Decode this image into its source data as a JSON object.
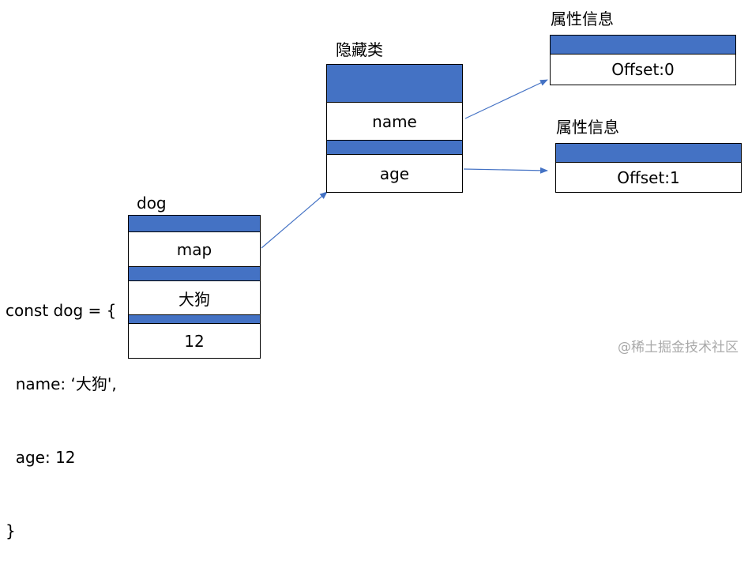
{
  "dog_object": {
    "title": "dog",
    "cells": [
      "map",
      "大狗",
      "12"
    ]
  },
  "hidden_class": {
    "title": "隐藏类",
    "cells": [
      "name",
      "age"
    ]
  },
  "property_info_top": {
    "title": "属性信息",
    "cell": "Offset:0"
  },
  "property_info_bottom": {
    "title": "属性信息",
    "cell": "Offset:1"
  },
  "code": {
    "lines": [
      "const dog = {",
      "  name: ‘大狗',",
      "  age: 12",
      "}"
    ]
  },
  "watermark": "@稀土掘金技术社区",
  "colors": {
    "header_bar": "#4472c4",
    "arrow": "#4472c4",
    "border": "#000000"
  }
}
